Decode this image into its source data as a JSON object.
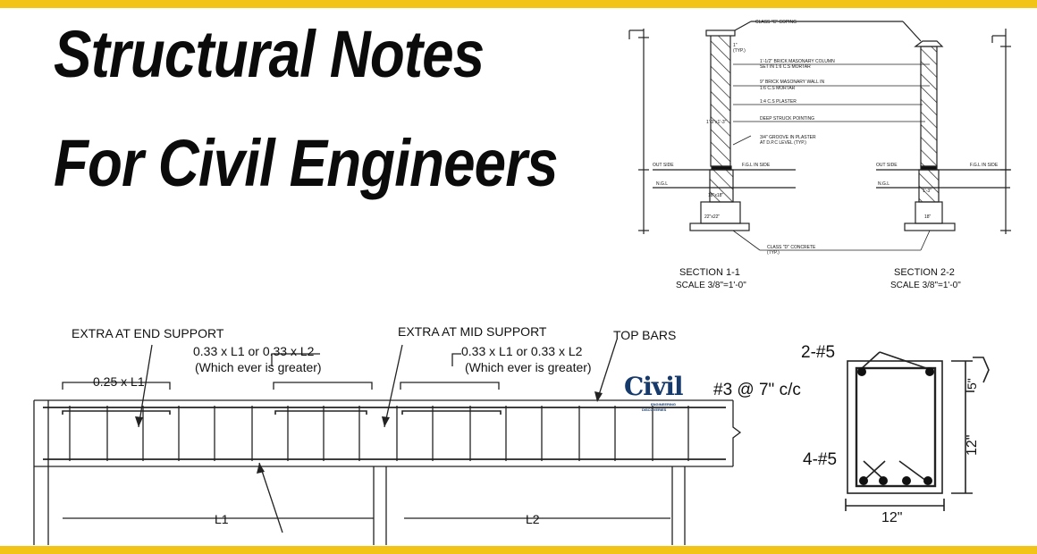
{
  "title": {
    "line1": "Structural Notes",
    "line2": "For Civil Engineers"
  },
  "colors": {
    "accent_band": "#f2c418",
    "ink": "#111111",
    "logo": "#163a6b"
  },
  "section_drawing": {
    "coping_note": "CLASS \"C\" COPING",
    "notes": [
      "1'-1/2\" BRICK MASONARY COLUMN",
      "SET IN 1:6 C.S MORTAR",
      "9\" BRICK MASONARY WALL IN",
      "1:6 C.S MORTAR",
      "1:4 C.S PLASTER",
      "DEEP STRUCK POINTING",
      "3/4\" GROOVE IN PLASTER",
      "AT D.P.C LEVEL (TYP.)"
    ],
    "typ_dim": "1\"",
    "typ": "(TYP.)",
    "dim_column": "1'-3\"x1'-3\"",
    "dim_footing_1": "18\"x18\"",
    "dim_footing_2": "22\"x22\"",
    "dim_wall": "1'-3\"",
    "dim_wall_base": "18\"",
    "outside_left": "OUT SIDE",
    "fgl_left": "F.G.L IN SIDE",
    "outside_right": "OUT SIDE",
    "fgl_right": "F.G.L IN SIDE",
    "ngl_left": "N.G.L",
    "ngl_right": "N.G.L",
    "concrete_note": "CLASS \"D\" CONCRETE",
    "concrete_typ": "(TYP.)",
    "section1_title": "SECTION 1-1",
    "section1_scale": "SCALE 3/8\"=1'-0\"",
    "section2_title": "SECTION 2-2",
    "section2_scale": "SCALE 3/8\"=1'-0\""
  },
  "beam_drawing": {
    "extra_end": "EXTRA  AT END SUPPORT",
    "extra_mid": "EXTRA  AT MID SUPPORT",
    "top_bars": "TOP BARS",
    "length_left": "0.33 x L1 or 0.33 x L2",
    "greater_left": "(Which ever is greater)",
    "length_right": "0.33 x L1 or 0.33 x L2",
    "greater_right": "(Which ever is greater)",
    "end_length": "0.25 x L1",
    "span1": "L1",
    "span2": "L2",
    "stirrups": "#3 @ 7\" c/c"
  },
  "cross_section": {
    "top_bars": "2-#5",
    "bottom_bars": "4-#5",
    "width": "12\"",
    "depth": "12\"",
    "slab": "5\""
  },
  "logo": {
    "main": "Civil",
    "sub1": "ENGINEERING",
    "sub2": "DISCOVERIES"
  }
}
